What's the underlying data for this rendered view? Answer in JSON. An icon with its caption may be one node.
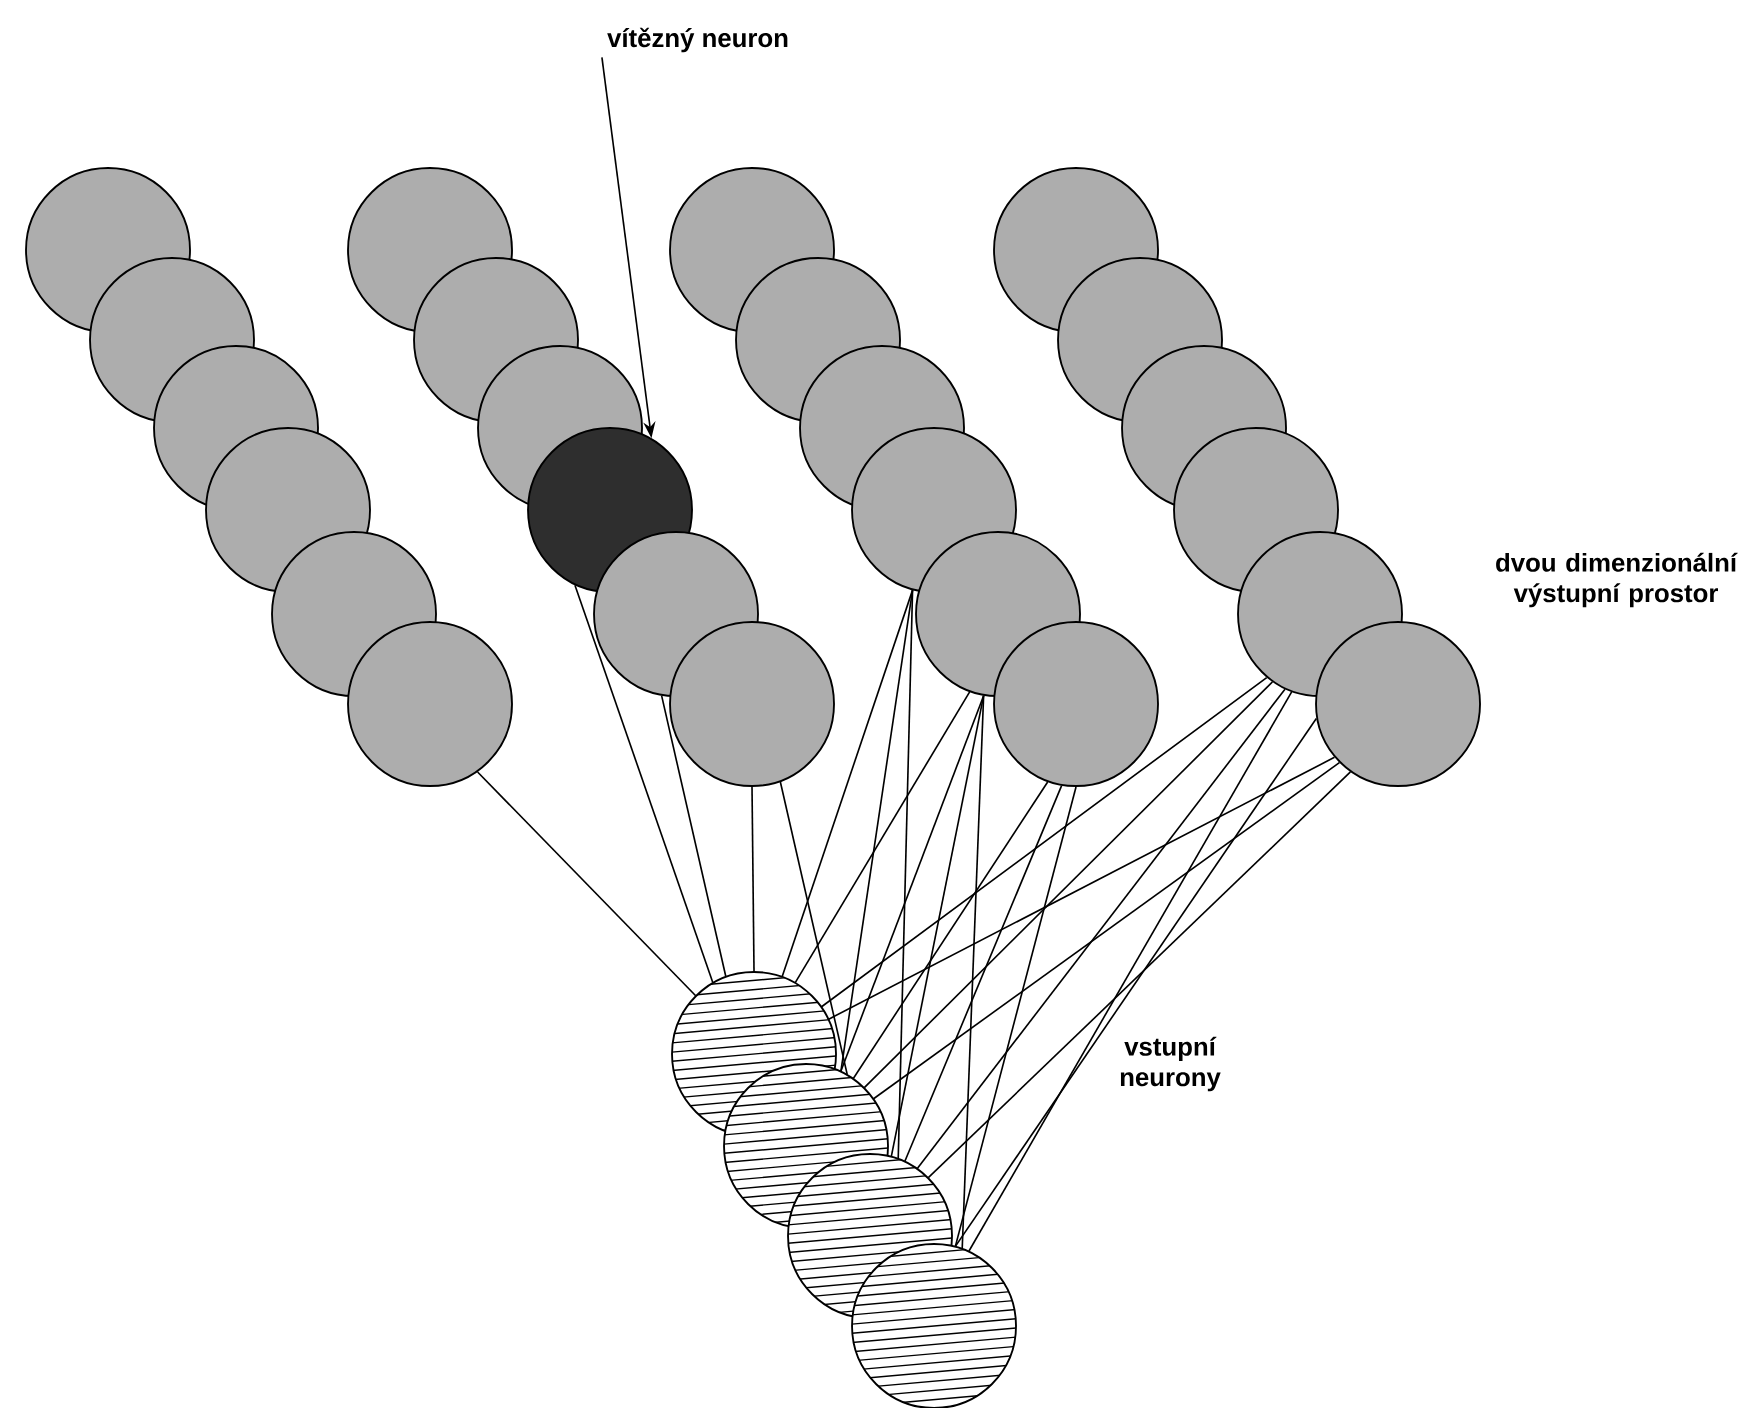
{
  "diagram": {
    "nodes": [
      {
        "text": [
          "vítězný neuron"
        ]
      },
      {
        "text": [],
        "shape": "circle"
      },
      {
        "text": [],
        "shape": "circle"
      },
      {
        "text": [],
        "shape": "circle"
      },
      {
        "text": [],
        "shape": "circle"
      },
      {
        "text": [],
        "shape": "circle"
      },
      {
        "text": [],
        "shape": "circle"
      },
      {
        "text": [],
        "shape": "circle"
      },
      {
        "text": [],
        "shape": "circle"
      },
      {
        "text": [],
        "shape": "circle"
      },
      {
        "text": [],
        "shape": "circle"
      },
      {
        "text": [],
        "shape": "circle"
      },
      {
        "text": [],
        "shape": "circle"
      },
      {
        "text": [],
        "shape": "circle"
      },
      {
        "text": [],
        "shape": "circle"
      },
      {
        "text": [],
        "shape": "circle"
      },
      {
        "text": [],
        "shape": "circle"
      },
      {
        "text": [],
        "shape": "circle"
      },
      {
        "text": [],
        "shape": "circle"
      },
      {
        "text": [],
        "shape": "circle"
      },
      {
        "text": [],
        "shape": "circle"
      },
      {
        "text": [],
        "shape": "circle"
      },
      {
        "text": [],
        "shape": "circle"
      },
      {
        "text": [],
        "shape": "circle"
      },
      {
        "text": [],
        "shape": "circle"
      },
      {
        "text": [],
        "shape": "circle"
      },
      {
        "text": [],
        "shape": "circle"
      },
      {
        "text": [],
        "shape": "circle"
      },
      {
        "text": [],
        "shape": "circle"
      }
    ],
    "edges": [
      {
        "from": 0,
        "to": 10,
        "arrow": "to"
      },
      {
        "from": 6,
        "to": 25,
        "arrow": "none"
      },
      {
        "from": 10,
        "to": 25,
        "arrow": "none"
      },
      {
        "from": 11,
        "to": 25,
        "arrow": "none"
      },
      {
        "from": 12,
        "to": 25,
        "arrow": "none"
      },
      {
        "from": 12,
        "to": 26,
        "arrow": "none"
      },
      {
        "from": 16,
        "to": 25,
        "arrow": "none"
      },
      {
        "from": 16,
        "to": 26,
        "arrow": "none"
      },
      {
        "from": 16,
        "to": 27,
        "arrow": "none"
      },
      {
        "from": 17,
        "to": 25,
        "arrow": "none"
      },
      {
        "from": 17,
        "to": 26,
        "arrow": "none"
      },
      {
        "from": 17,
        "to": 27,
        "arrow": "none"
      },
      {
        "from": 17,
        "to": 28,
        "arrow": "none"
      },
      {
        "from": 18,
        "to": 26,
        "arrow": "none"
      },
      {
        "from": 18,
        "to": 27,
        "arrow": "none"
      },
      {
        "from": 18,
        "to": 28,
        "arrow": "none"
      },
      {
        "from": 23,
        "to": 25,
        "arrow": "none"
      },
      {
        "from": 23,
        "to": 26,
        "arrow": "none"
      },
      {
        "from": 23,
        "to": 27,
        "arrow": "none"
      },
      {
        "from": 23,
        "to": 28,
        "arrow": "none"
      },
      {
        "from": 24,
        "to": 25,
        "arrow": "none"
      },
      {
        "from": 24,
        "to": 26,
        "arrow": "none"
      },
      {
        "from": 24,
        "to": 27,
        "arrow": "none"
      },
      {
        "from": 24,
        "to": 28,
        "arrow": "none"
      }
    ],
    "labels": [
      "dvou dimenzionální výstupní prostor",
      "vstupní neurony"
    ]
  }
}
